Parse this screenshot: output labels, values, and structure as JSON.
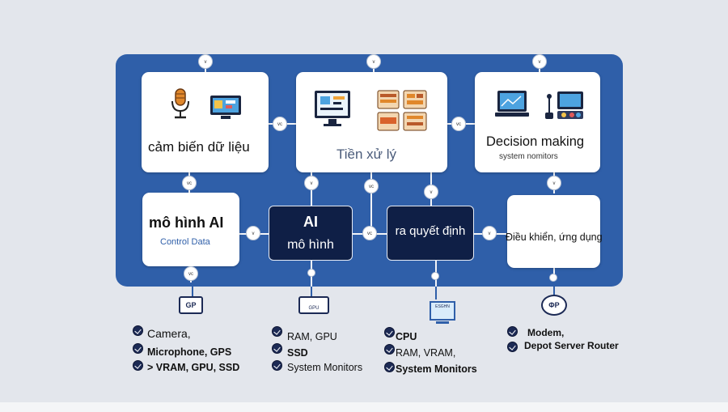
{
  "boxes": {
    "sensor": "cảm biến dữ liệu",
    "preprocess": "Tiền xử lý",
    "decision_making": "Decision making",
    "decision_sub": "system nomitors",
    "ai_model": "mô hình AI",
    "ai_model_sub": "Control Data",
    "ai_dark_title": "AI",
    "ai_dark_sub": "mô hình",
    "decide": "ra quyết định",
    "control": "Điều khiển, ứng dụng"
  },
  "connector_labels": {
    "vc": "vc",
    "v": "v"
  },
  "device_labels": {
    "gp": "GP",
    "gpu_box": "GPU",
    "monitor": "ESGHN",
    "router": "ΦP"
  },
  "lists": {
    "col1": [
      "Camera,",
      "Microphone, GPS",
      "> VRAM, GPU, SSD"
    ],
    "col2": [
      "RAM, GPU",
      "SSD",
      "System Monitors"
    ],
    "col3": [
      "CPU",
      "RAM, VRAM,",
      "System Monitors"
    ],
    "col4": [
      "Modem,",
      "Depot Server Router"
    ]
  },
  "colors": {
    "panel": "#2f5fa9",
    "dark_box": "#0f1f46",
    "card": "#ffffff",
    "background": "#e3e6ec"
  }
}
